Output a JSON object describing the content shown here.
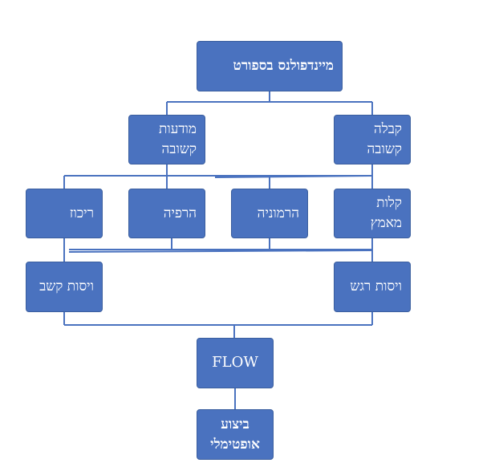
{
  "nodes": {
    "root": "מיינדפולנס בספורט",
    "acceptance": "קבלה\nקשובה",
    "awareness": "מודעות\nקשובה",
    "trust_ease": "קלות\nמאמץ",
    "harmony": "הרמוניה",
    "relaxation": "הרפיה",
    "focus": "ריכוז",
    "emotion_regulation": "ויסות רגש",
    "attention_regulation": "ויסות קשב",
    "flow": "FLOW",
    "optimal_performance": "ביצוע\nאופטימלי"
  },
  "colors": {
    "box_fill": "#4a72bf",
    "box_border": "#3a5e9e",
    "connector": "#4a72bf",
    "text": "#ffffff"
  }
}
